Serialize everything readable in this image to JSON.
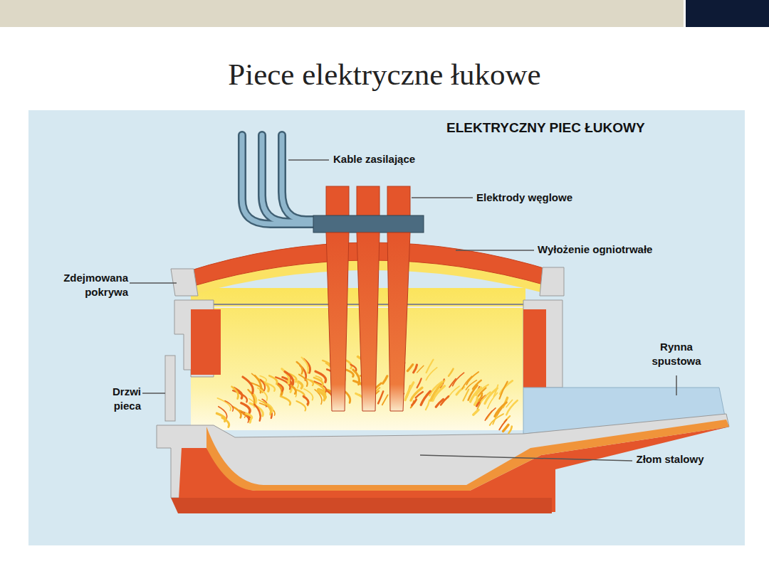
{
  "diagram": {
    "title": "Piece elektryczne łukowe",
    "labels": [
      "ELEKTRYCZNY PIEC ŁUKOWY",
      "Kable zasilające",
      "Elektrody węglowe",
      "Wyłożenie ogniotrwałe",
      "Zdejmowana pokrywa",
      "Drzwi pieca",
      "Rynna spustowa",
      "Złom stalowy"
    ]
  }
}
